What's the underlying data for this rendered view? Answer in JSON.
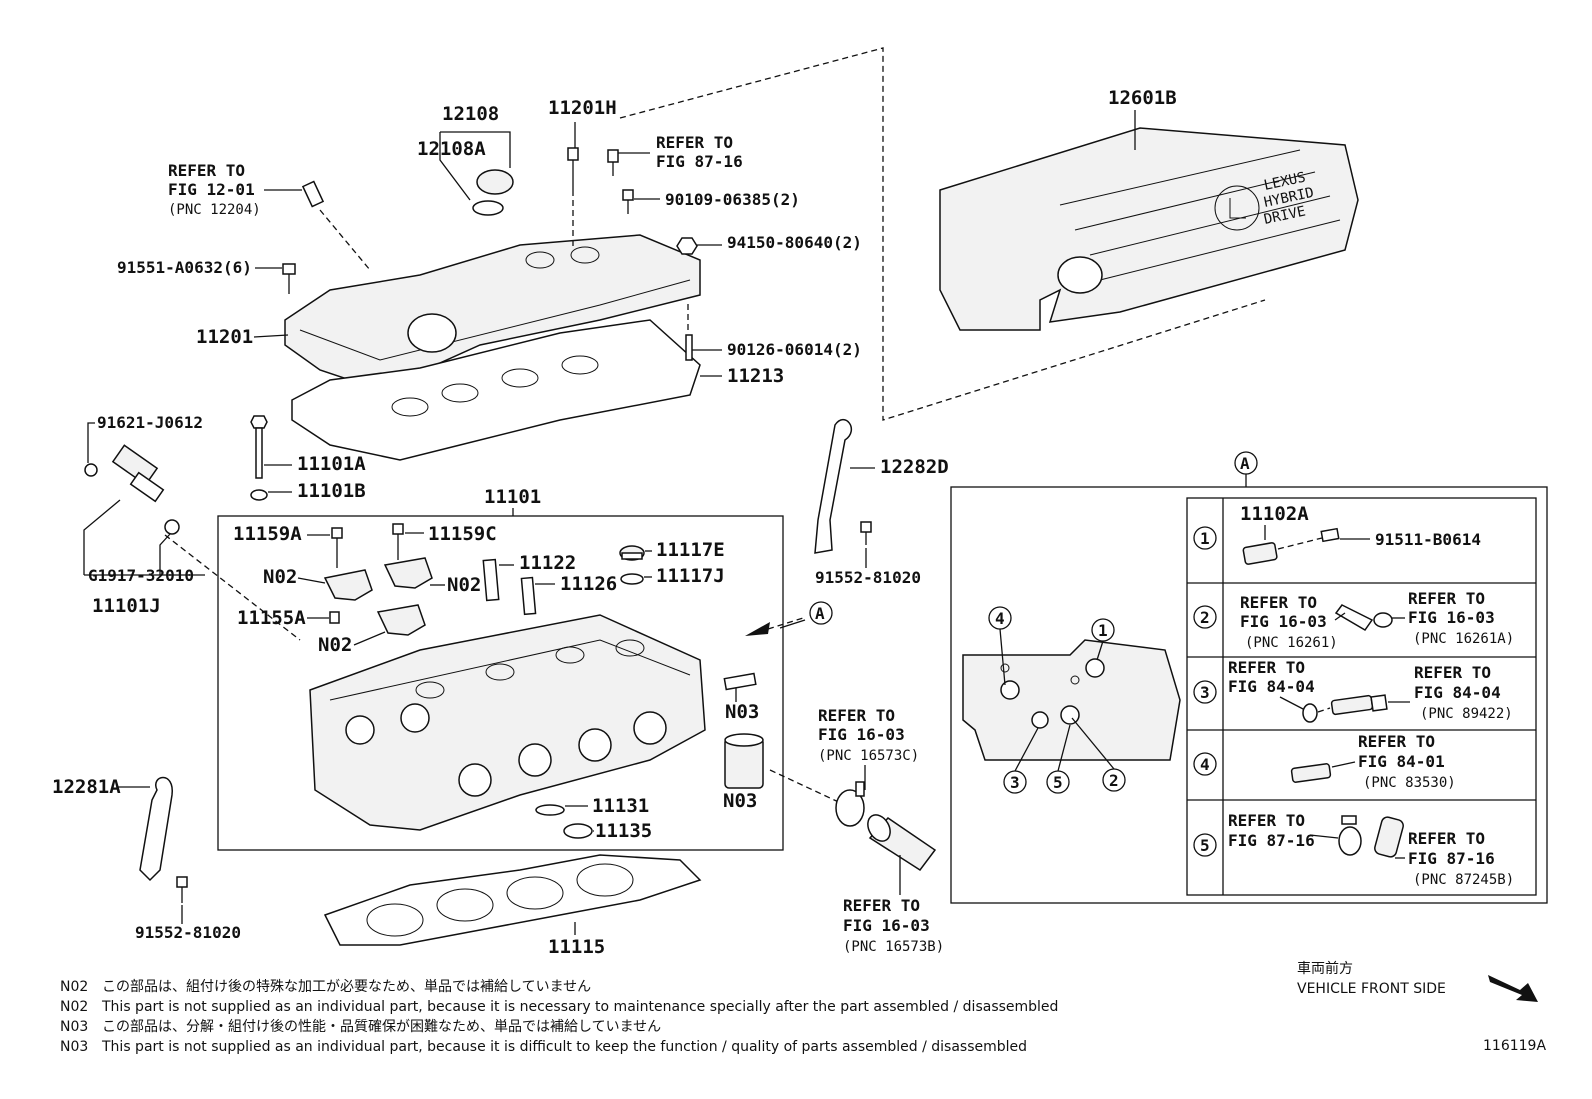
{
  "labels": {
    "p12108": "12108",
    "p12108A": "12108A",
    "p11201H": "11201H",
    "p12601B": "12601B",
    "p91551": "91551-A0632(6)",
    "p11201": "11201",
    "p90109": "90109-06385(2)",
    "p94150": "94150-80640(2)",
    "p90126": "90126-06014(2)",
    "p11213": "11213",
    "p91621": "91621-J0612",
    "p11101A": "11101A",
    "p11101B": "11101B",
    "p11101": "11101",
    "pG1917": "G1917-32010",
    "p11101J": "11101J",
    "p11159A": "11159A",
    "p11159C": "11159C",
    "p11122": "11122",
    "p11117E": "11117E",
    "p11126": "11126",
    "p11117J": "11117J",
    "pN02a": "N02",
    "pN02b": "N02",
    "pN02c": "N02",
    "p11155A": "11155A",
    "pN03a": "N03",
    "pN03b": "N03",
    "p11131": "11131",
    "p11135": "11135",
    "p11115": "11115",
    "p12281A": "12281A",
    "p91552a": "91552-81020",
    "p12282D": "12282D",
    "p91552b": "91552-81020",
    "p11102A": "11102A",
    "p91511": "91511-B0614"
  },
  "refs": {
    "r1": [
      "REFER TO",
      "FIG 12-01",
      "(PNC 12204)"
    ],
    "r2": [
      "REFER TO",
      "FIG 87-16"
    ],
    "r3": [
      "REFER TO",
      "FIG 16-03",
      "(PNC 16573C)"
    ],
    "r4": [
      "REFER TO",
      "FIG 16-03",
      "(PNC 16573B)"
    ],
    "b2a": [
      "REFER TO",
      "FIG 16-03",
      "(PNC 16261)"
    ],
    "b2b": [
      "REFER TO",
      "FIG 16-03",
      "(PNC 16261A)"
    ],
    "b3a": [
      "REFER TO",
      "FIG 84-04"
    ],
    "b3b": [
      "REFER TO",
      "FIG 84-04",
      "(PNC 89422)"
    ],
    "b4": [
      "REFER TO",
      "FIG 84-01",
      "(PNC 83530)"
    ],
    "b5a": [
      "REFER TO",
      "FIG 87-16"
    ],
    "b5b": [
      "REFER TO",
      "FIG 87-16",
      "(PNC 87245B)"
    ]
  },
  "markers": {
    "callout_a": "A",
    "view_a": "A",
    "circles": [
      "1",
      "2",
      "3",
      "4",
      "5"
    ]
  },
  "logo": {
    "line1": "LEXUS",
    "line2": "HYBRID",
    "line3": "DRIVE"
  },
  "notes": [
    {
      "code": "N02",
      "text": "この部品は、組付け後の特殊な加工が必要なため、単品では補給していません"
    },
    {
      "code": "N02",
      "text": "This part is not supplied as an individual part, because it is necessary to maintenance specially after the part assembled / disassembled"
    },
    {
      "code": "N03",
      "text": "この部品は、分解・組付け後の性能・品質確保が困難なため、単品では補給していません"
    },
    {
      "code": "N03",
      "text": "This part is not supplied as an individual part, because it is difficult to keep the function / quality of parts  assembled / disassembled"
    }
  ],
  "direction": {
    "jp": "車両前方",
    "en": "VEHICLE FRONT SIDE"
  },
  "figure_id": "116119A"
}
